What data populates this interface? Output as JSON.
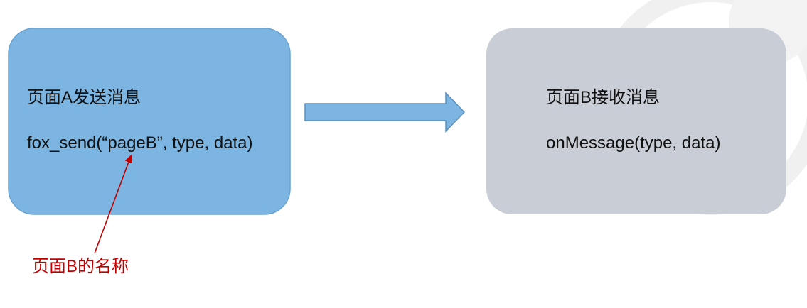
{
  "colors": {
    "box_a_fill": "#7db5e2",
    "box_a_stroke": "#6aa3d2",
    "box_b_fill": "#c9ced6",
    "arrow_fill": "#7db5e2",
    "arrow_stroke": "#5b8fbd",
    "annotation": "#c00000",
    "watermark": "#f0f0f0"
  },
  "box_a": {
    "title": "页面A发送消息",
    "code": "fox_send(“pageB”, type, data)"
  },
  "box_b": {
    "title": "页面B接收消息",
    "code": "onMessage(type, data)"
  },
  "annotation": {
    "label": "页面B的名称"
  }
}
